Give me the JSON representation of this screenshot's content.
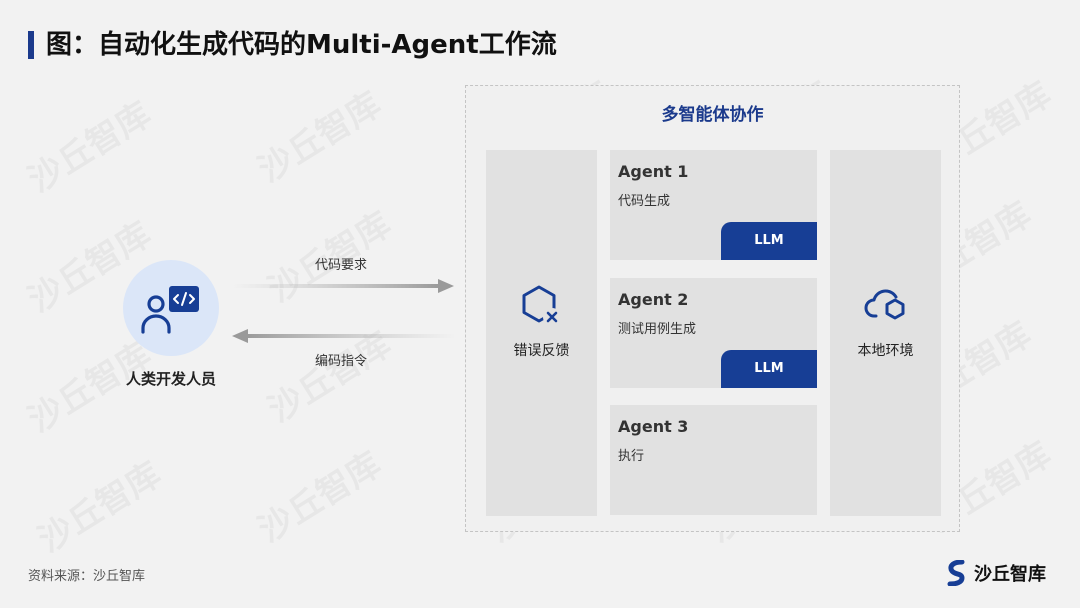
{
  "title": "图：自动化生成代码的Multi-Agent工作流",
  "watermark_text": "沙丘智库",
  "human": {
    "label": "人类开发人员",
    "icon": "developer-code-icon"
  },
  "arrows": {
    "request_label": "代码要求",
    "response_label": "编码指令"
  },
  "multi_agent": {
    "title": "多智能体协作",
    "feedback": {
      "label": "错误反馈",
      "icon": "hexagon-error-icon"
    },
    "environment": {
      "label": "本地环境",
      "icon": "cloud-hexagon-icon"
    },
    "agents": [
      {
        "name": "Agent 1",
        "task": "代码生成",
        "badge": "LLM"
      },
      {
        "name": "Agent 2",
        "task": "测试用例生成",
        "badge": "LLM"
      },
      {
        "name": "Agent 3",
        "task": "执行"
      }
    ]
  },
  "footer": {
    "source": "资料来源：沙丘智库",
    "brand": "沙丘智库"
  },
  "colors": {
    "accent": "#1b3a8c",
    "badge": "#173e95",
    "panel": "#e1e1e1",
    "human_circle": "#dbe6f8"
  }
}
